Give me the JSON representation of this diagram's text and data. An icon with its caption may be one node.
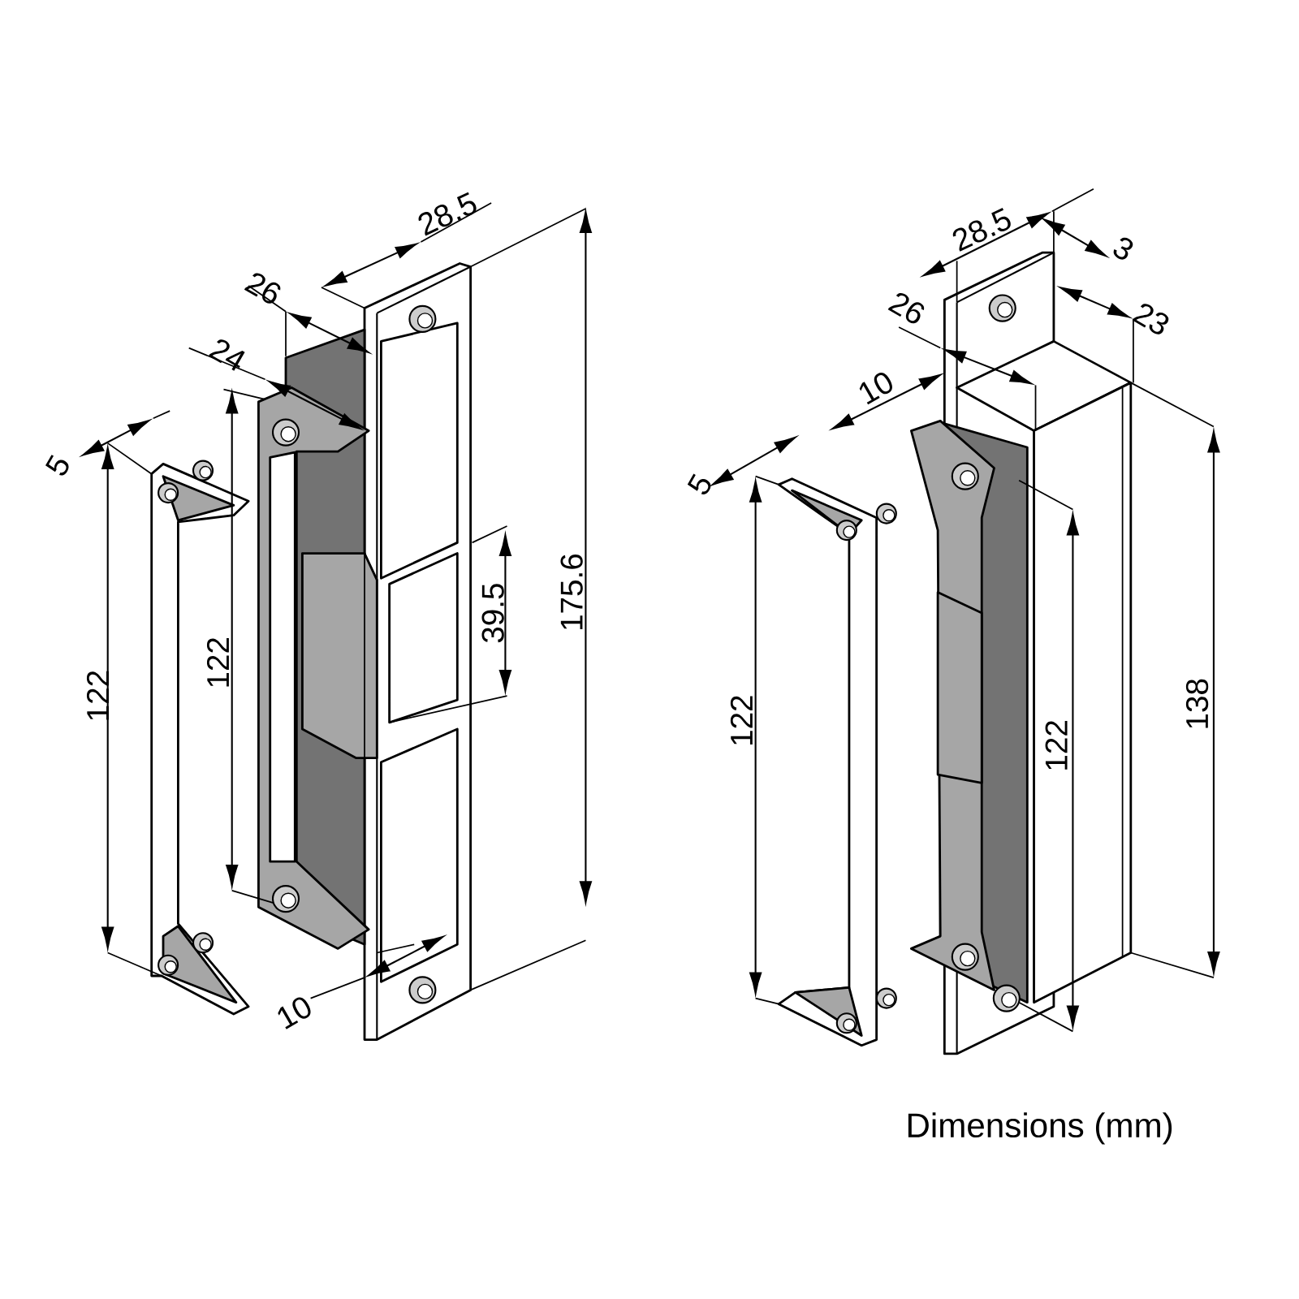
{
  "diagram": {
    "caption": "Dimensions (mm)",
    "labels": [
      "28.5",
      "26",
      "24",
      "5",
      "122",
      "122",
      "39.5",
      "175.6",
      "10",
      "28.5",
      "3",
      "26",
      "23",
      "10",
      "5",
      "122",
      "122",
      "138"
    ]
  }
}
